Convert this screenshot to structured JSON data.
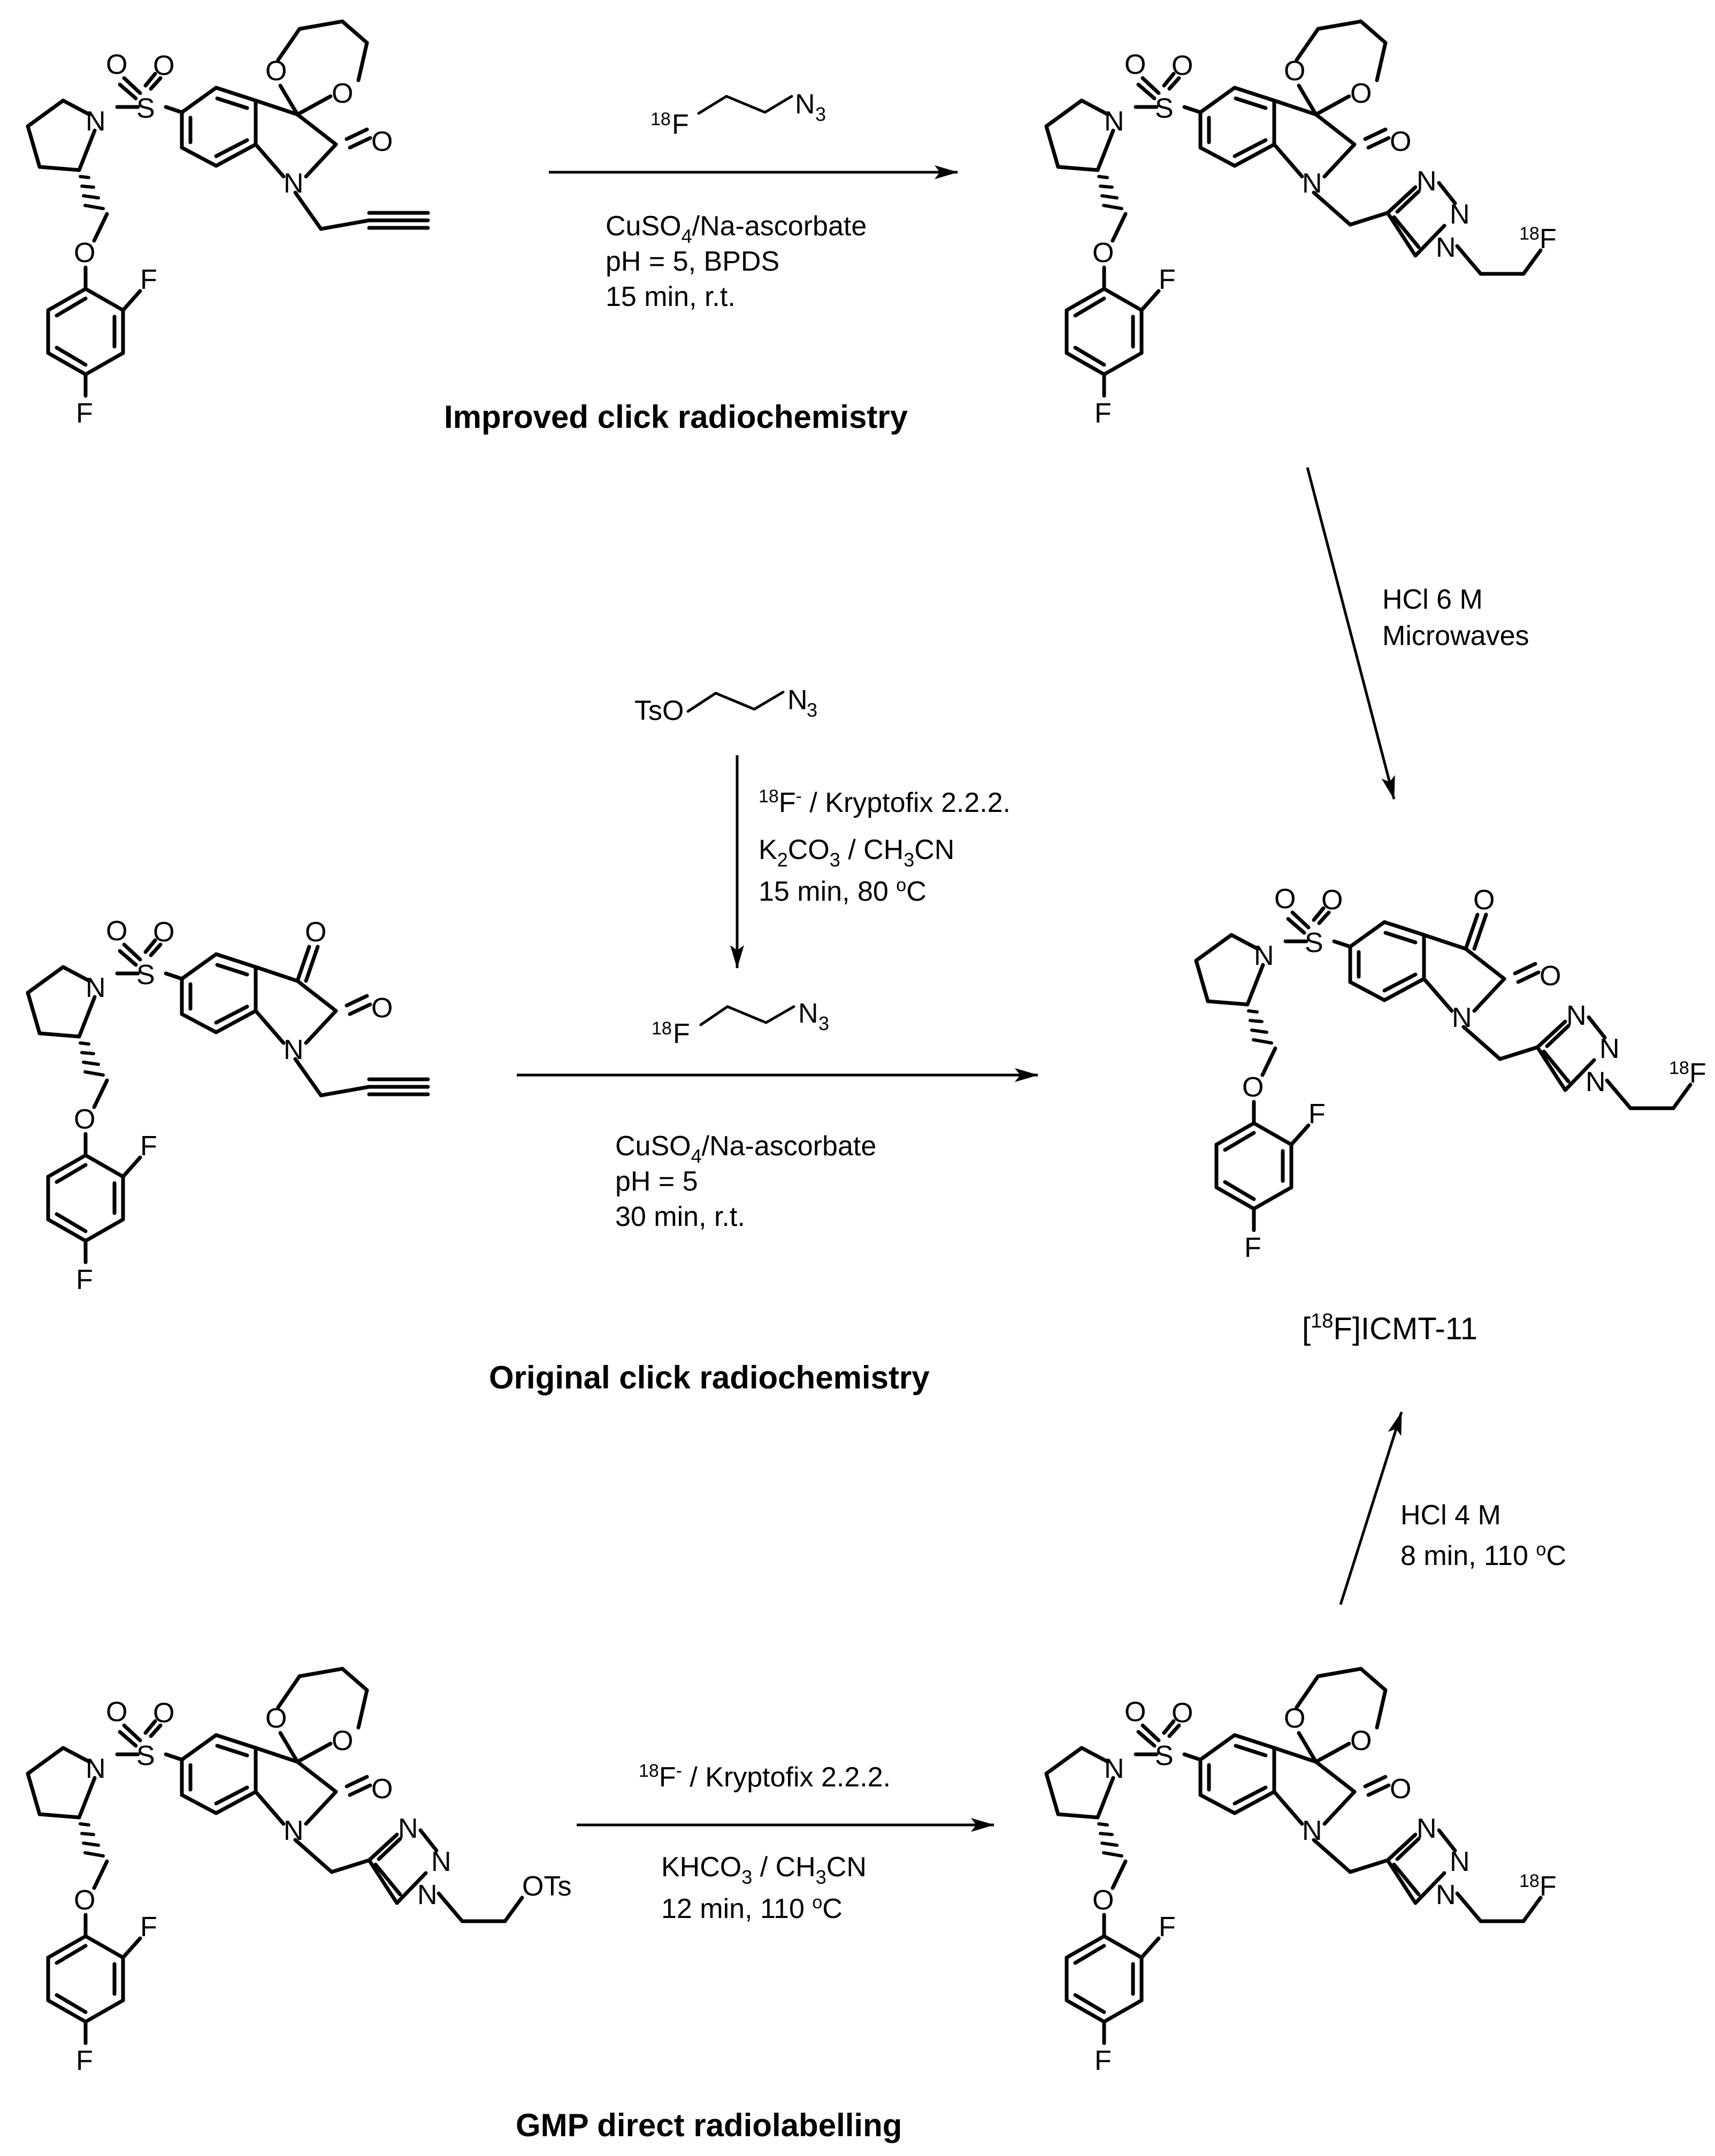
{
  "atoms": {
    "S": "S",
    "O": "O",
    "N": "N",
    "F": "F"
  },
  "reagents": {
    "improved": {
      "above": "F",
      "above_iso": "18",
      "above_n3": "N",
      "above_n3_sub": "3",
      "below": [
        "CuSO",
        "4",
        "/Na-ascorbate",
        "pH = 5, BPDS",
        "15 min, r.t."
      ]
    },
    "original_prep": {
      "tso": "TsO",
      "n3": "N",
      "n3_sub": "3",
      "line1_iso": "18",
      "line1_sup": "-",
      "line1": "F",
      "line1_rest": " / Kryptofix 2.2.2.",
      "line2_a": "K",
      "line2_sub1": "2",
      "line2_b": "CO",
      "line2_sub2": "3",
      "line2_c": " / CH",
      "line2_sub3": "3",
      "line2_d": "CN",
      "line3_a": "15 min, 80 ",
      "line3_sup": "o",
      "line3_b": "C"
    },
    "original": {
      "above": "F",
      "above_iso": "18",
      "above_n3": "N",
      "above_n3_sub": "3",
      "below_a": "CuSO",
      "below_sub": "4",
      "below_b": "/Na-ascorbate",
      "line2": "pH = 5",
      "line3": "30 min, r.t."
    },
    "hydrolysis_6m": {
      "line1": "HCl 6 M",
      "line2": "Microwaves"
    },
    "hydrolysis_4m": {
      "line1": "HCl 4 M",
      "line2_a": "8 min, 110 ",
      "line2_sup": "o",
      "line2_b": "C"
    },
    "gmp": {
      "line1_iso": "18",
      "line1_sup": "-",
      "line1": "F",
      "line1_rest": " / Kryptofix 2.2.2.",
      "line2_a": "KHCO",
      "line2_sub1": "3",
      "line2_b": " / CH",
      "line2_sub2": "3",
      "line2_c": "CN",
      "line3_a": "12 min, 110 ",
      "line3_sup": "o",
      "line3_b": "C"
    }
  },
  "labels": {
    "improved": "Improved click radiochemistry",
    "original": "Original click radiochemistry",
    "gmp": "GMP direct radiolabelling",
    "product_iso": "18",
    "product_pre": "[",
    "product_post": "F]ICMT-11",
    "f18_iso": "18",
    "f18": "F",
    "ots": "OTs"
  }
}
